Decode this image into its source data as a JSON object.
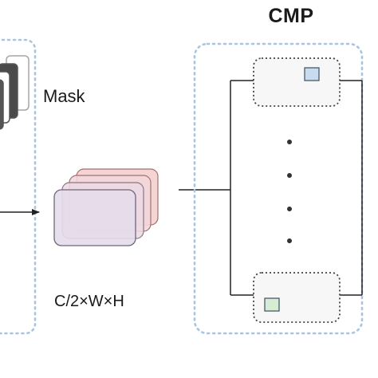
{
  "title": "CMP",
  "labels": {
    "mask": "Mask",
    "dims": "C/2×W×H"
  },
  "colors": {
    "dotted_border": "#a9c4e0",
    "dark_box_border": "#555555",
    "feature_map_fill_back": "#f4d2d2",
    "feature_map_fill_front": "#e6dcea",
    "small_square_blue": "#c9dcef",
    "small_square_green": "#d6ecd3",
    "line": "#222222"
  },
  "icons": {
    "ellipsis": "vertical-dots"
  }
}
